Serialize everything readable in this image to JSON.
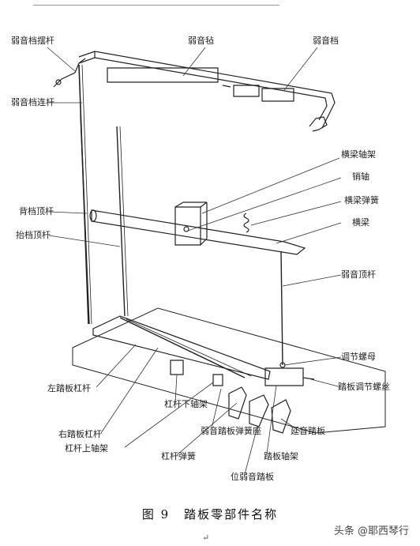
{
  "figure": {
    "caption_number": "图 9",
    "caption_title": "踏板零部件名称",
    "return_mark": "↵"
  },
  "watermark": "头条 @耶西琴行",
  "labels": {
    "damper_lever_swing": "弱音档摆杆",
    "damper_felt": "弱音毡",
    "damper_rail": "弱音档",
    "damper_connecting_rod": "弱音档连杆",
    "beam_bracket": "横梁轴架",
    "pin_axle": "销轴",
    "beam_spring": "横梁弹簧",
    "beam": "横梁",
    "back_rail_top_rod": "背档顶杆",
    "lift_rail_top_rod": "抬档顶杆",
    "damper_top_rod": "弱音顶杆",
    "adjust_nut": "调节螺母",
    "pedal_adjust_screw": "踏板调节螺丝",
    "left_pedal_lever": "左踏板杠杆",
    "lever_lower_bracket": "杠杆下轴架",
    "right_pedal_lever": "右踏板杠杆",
    "lever_upper_bracket": "杠杆上轴架",
    "damper_pedal_spring_seat": "弱音踏板弹簧座",
    "lever_spring": "杠杆弹簧",
    "sustain_pedal": "延音踏板",
    "pedal_bracket": "踏板轴架",
    "center_damper_pedal": "位弱音踏板"
  }
}
